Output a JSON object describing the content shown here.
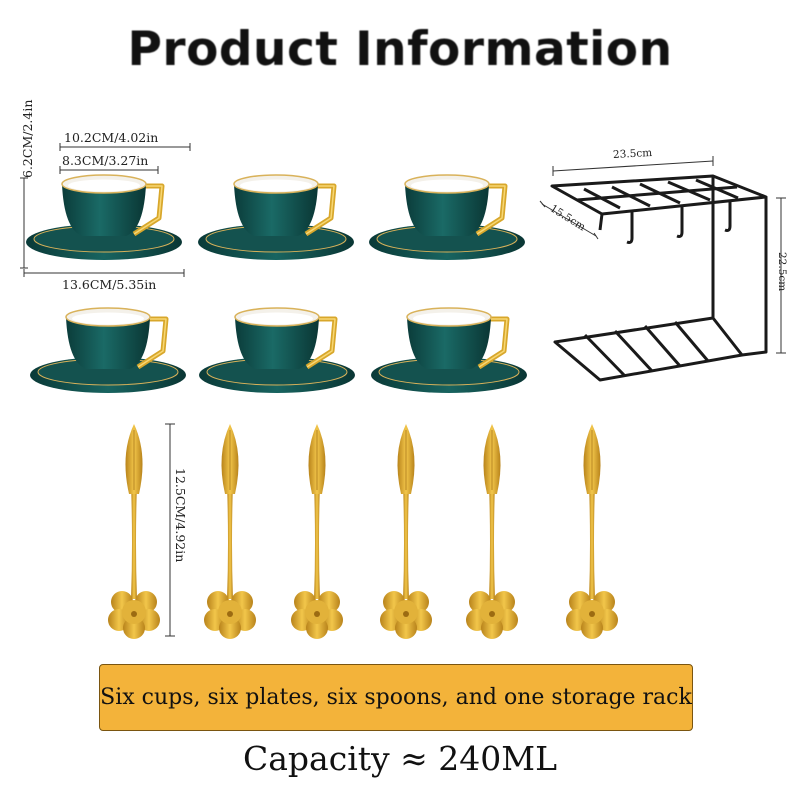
{
  "title": "Product Information",
  "cup_dimensions": {
    "top_width": "10.2CM/4.02in",
    "base_width": "8.3CM/3.27in",
    "height": "6.2CM/2.4in",
    "plate_width": "13.6CM/5.35in"
  },
  "rack_dimensions": {
    "width": "23.5cm",
    "depth": "15.5cm",
    "height": "22.5cm"
  },
  "spoon_dimensions": {
    "length": "12.5CM/4.92in"
  },
  "banner": {
    "text": "Six cups, six plates, six spoons, and one storage rack"
  },
  "capacity": "Capacity ≈ 240ML",
  "colors": {
    "cup": "#0f4f4c",
    "gold": "#d8a72b",
    "banner": "#f3b33a",
    "rack": "#1a1a1a"
  }
}
